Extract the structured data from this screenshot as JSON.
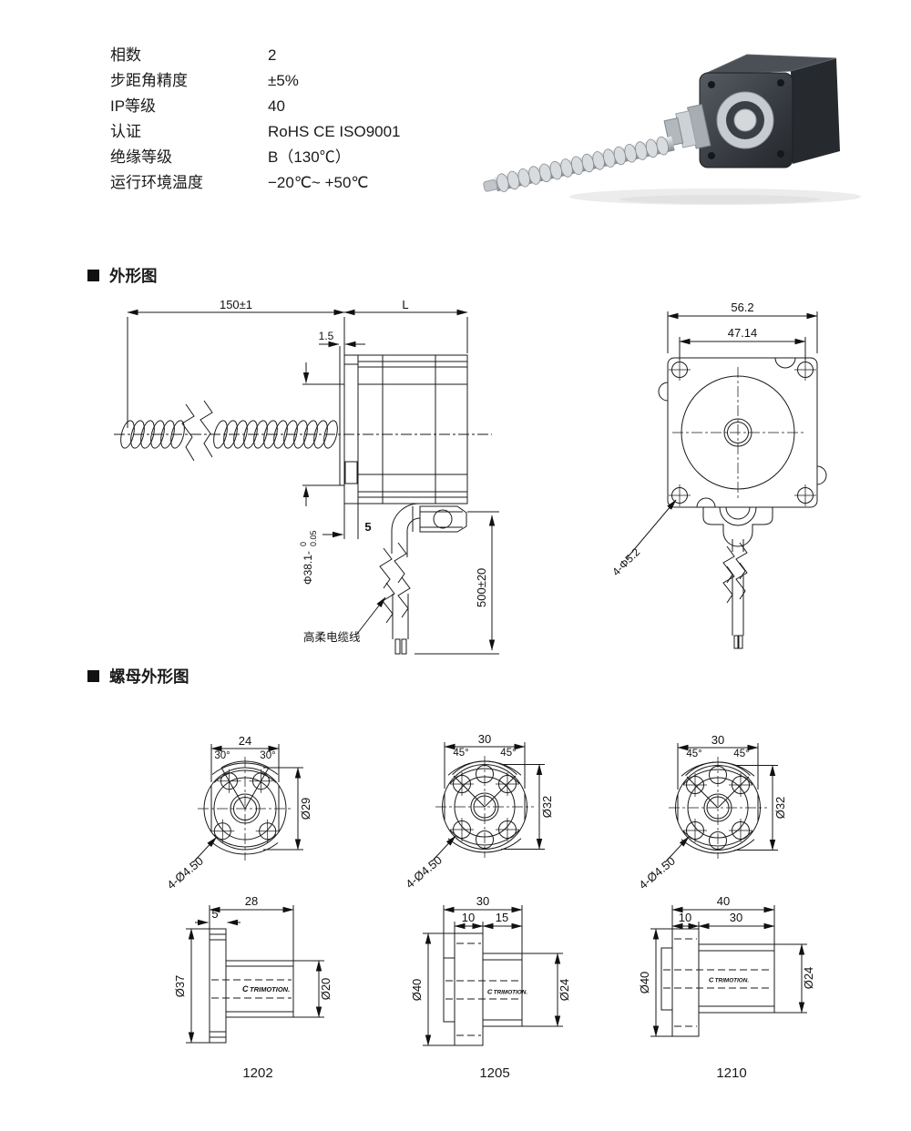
{
  "specs": {
    "rows": [
      {
        "label": "相数",
        "value": "2"
      },
      {
        "label": "步距角精度",
        "value": "±5%"
      },
      {
        "label": "IP等级",
        "value": "40"
      },
      {
        "label": "认证",
        "value": "RoHS CE ISO9001"
      },
      {
        "label": "绝缘等级",
        "value": "B（130℃）"
      },
      {
        "label": "运行环境温度",
        "value": "−20℃~ +50℃"
      }
    ]
  },
  "sections": {
    "outline": "外形图",
    "nut_outline": "螺母外形图"
  },
  "outline": {
    "side": {
      "len": "150±1",
      "L": "L",
      "pilot_len": "1.5",
      "shaft_dia": "Φ38.1-",
      "tol_hi": "0",
      "tol_lo": "0.05",
      "flange_thk": "5",
      "cable_len": "500±20",
      "cable_label": "高柔电缆线"
    },
    "front": {
      "width": "56.2",
      "holes_cc": "47.14",
      "holes": "4-Φ5.2"
    }
  },
  "nuts": [
    {
      "model": "1202",
      "front": {
        "width": "24",
        "ang_l": "30°",
        "ang_r": "30°",
        "dia": "Ø29",
        "holes": "4-Ø4.50"
      },
      "side": {
        "total": "28",
        "flange": "5",
        "flange_dia": "Ø37",
        "body_dia": "Ø20"
      }
    },
    {
      "model": "1205",
      "front": {
        "width": "30",
        "ang_l": "45°",
        "ang_r": "45°",
        "dia": "Ø32",
        "holes": "4-Ø4.50"
      },
      "side": {
        "total": "30",
        "seg1": "10",
        "seg2": "15",
        "flange_dia": "Ø40",
        "body_dia": "Ø24"
      }
    },
    {
      "model": "1210",
      "front": {
        "width": "30",
        "ang_l": "45°",
        "ang_r": "45°",
        "dia": "Ø32",
        "holes": "4-Ø4.50"
      },
      "side": {
        "total": "40",
        "seg1": "10",
        "seg2": "30",
        "flange_dia": "Ø40",
        "body_dia": "Ø24"
      }
    }
  ],
  "logo": {
    "mark": "C",
    "text": "TRIMOTION."
  },
  "colors": {
    "line": "#1a1a1a",
    "logo_green": "#2e9e46",
    "logo_blue": "#1a57a8"
  }
}
